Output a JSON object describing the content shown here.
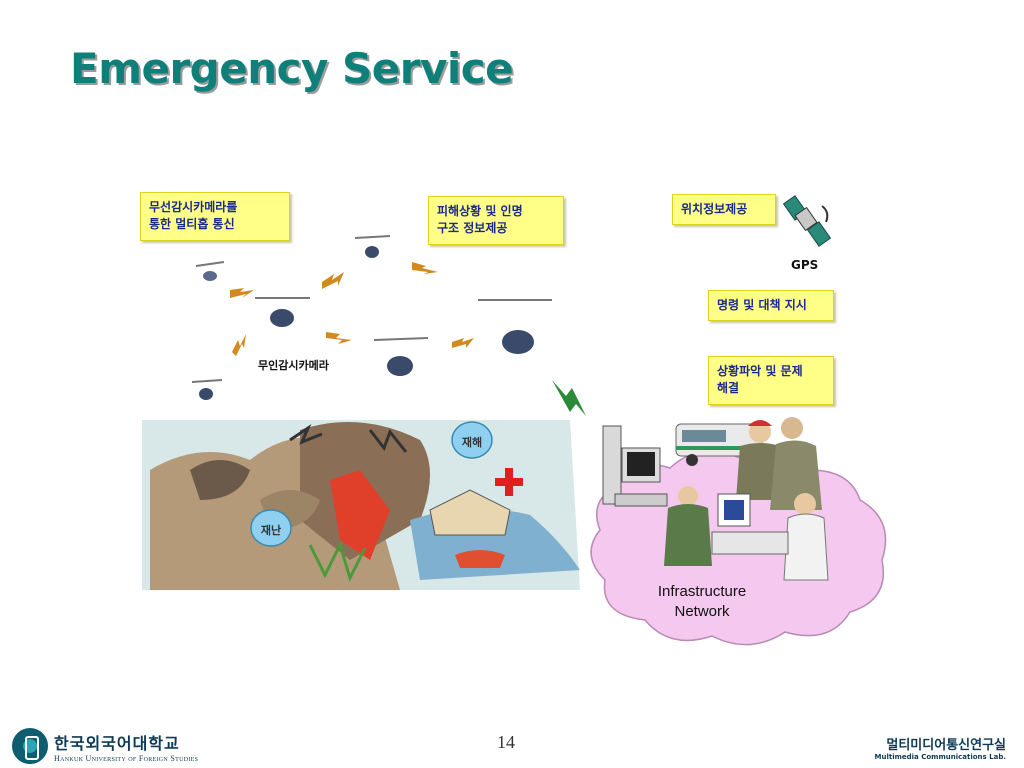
{
  "slide": {
    "title": "Emergency Service",
    "page_number": "14"
  },
  "callouts": {
    "wireless_camera": "무선감시카메라를\n통한 멀티홉 통신",
    "damage_rescue": "피해상황 및 인명\n구조 정보제공",
    "location": "위치정보제공",
    "command": "명령 및 대책 지시",
    "situation": "상황파악 및 문제\n해결"
  },
  "scene": {
    "camera_label": "무인감시카메라",
    "gps_label": "GPS",
    "network_label": "Infrastructure\nNetwork",
    "bubble_disaster": "재난",
    "bubble_hazard": "재해"
  },
  "footer": {
    "school_kr": "한국외국어대학교",
    "school_en": "Hankuk University of Foreign Studies",
    "lab_kr": "멀티미디어통신연구실",
    "lab_en": "Multimedia Communications Lab."
  },
  "colors": {
    "title": "#0f7f7a",
    "callout_bg": "#ffff88",
    "cloud": "#f5c8f0"
  }
}
